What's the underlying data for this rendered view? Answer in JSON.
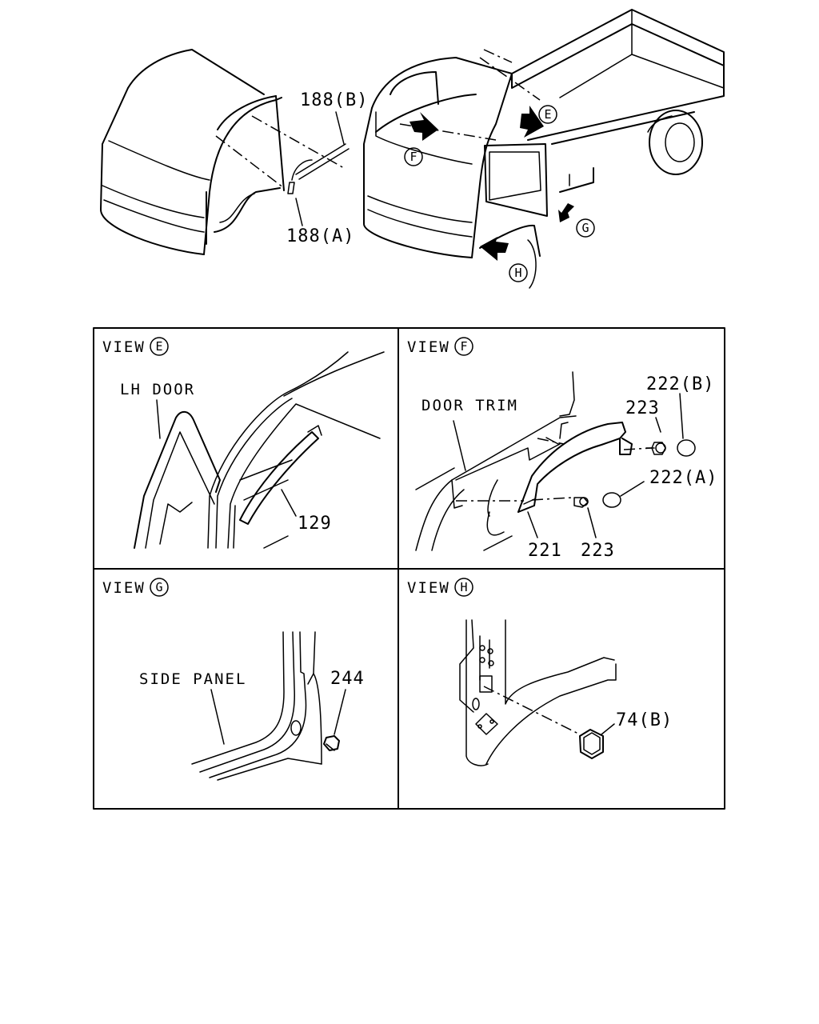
{
  "overview": {
    "callouts": {
      "p188b": "188(B)",
      "p188a": "188(A)",
      "e": "E",
      "f": "F",
      "g": "G",
      "h": "H"
    }
  },
  "panels": {
    "view_e": {
      "prefix": "VIEW",
      "letter": "E",
      "lh_door": "LH DOOR",
      "p129": "129"
    },
    "view_f": {
      "prefix": "VIEW",
      "letter": "F",
      "door_trim": "DOOR TRIM",
      "p222b": "222(B)",
      "p223_top": "223",
      "p222a": "222(A)",
      "p221": "221",
      "p223_bottom": "223"
    },
    "view_g": {
      "prefix": "VIEW",
      "letter": "G",
      "side_panel": "SIDE PANEL",
      "p244": "244"
    },
    "view_h": {
      "prefix": "VIEW",
      "letter": "H",
      "p74b": "74(B)"
    }
  }
}
